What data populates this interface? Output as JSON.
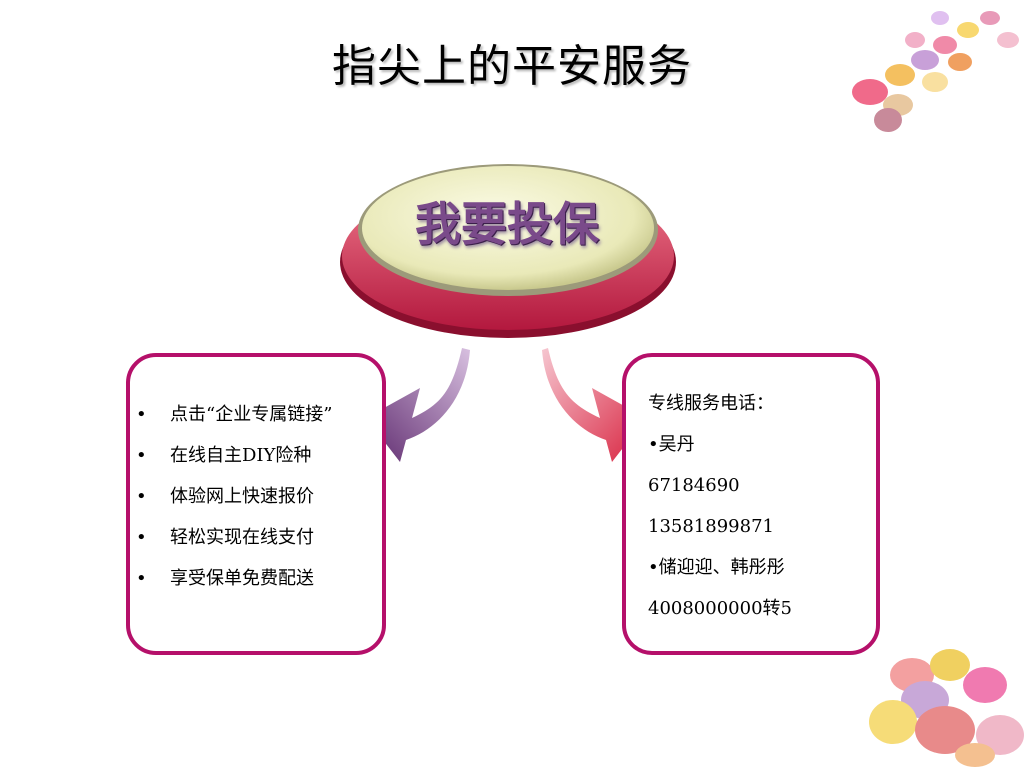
{
  "slide": {
    "title": "指尖上的平安服务",
    "button_label": "我要投保"
  },
  "online_features": {
    "items": [
      "点击“企业专属链接”",
      "在线自主DIY险种",
      "体验网上快速报价",
      "轻松实现在线支付",
      "享受保单免费配送"
    ]
  },
  "contact": {
    "heading": "专线服务电话：",
    "lines": [
      "•吴丹",
      "67184690",
      "13581899871",
      "•储迎迎、韩彤彤",
      "4008000000转5"
    ]
  },
  "colors": {
    "accent": "#b5106a",
    "button_top": "#eeeec2",
    "button_base": "#d9455f",
    "arrow_left": "#6b3a7a",
    "arrow_right": "#e05a78"
  }
}
